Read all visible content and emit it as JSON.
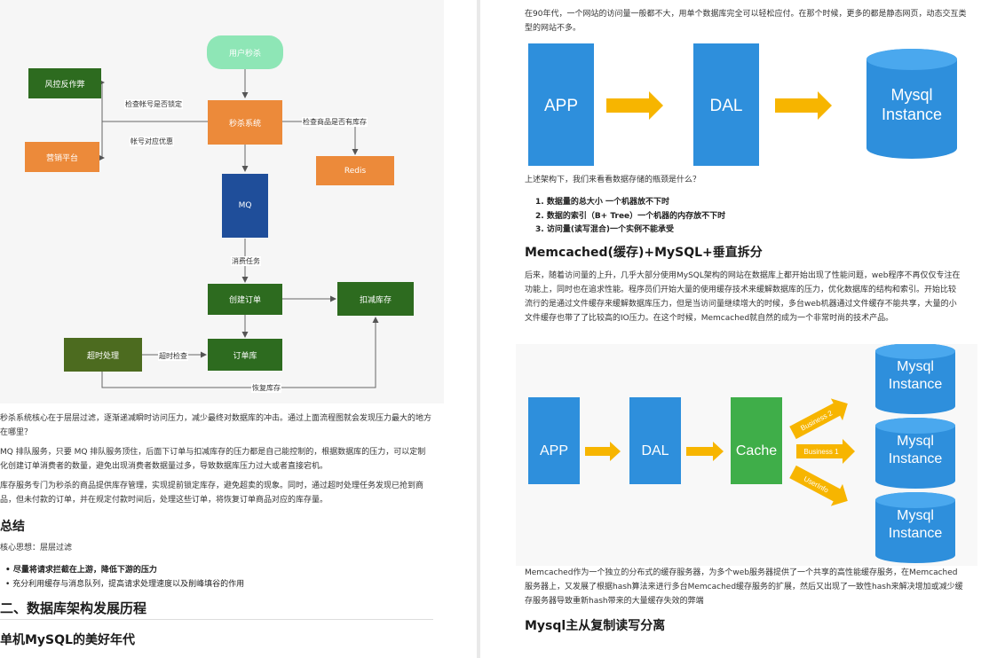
{
  "left_page": {
    "flowchart": {
      "user_request": "用户秒杀",
      "risk_control": "风控反作弊",
      "marketing": "营销平台",
      "seckill_system": "秒杀系统",
      "redis": "Redis",
      "mq": "MQ",
      "create_order": "创建订单",
      "reduce_stock": "扣减库存",
      "timeout": "超时处理",
      "order_db": "订单库",
      "edge_check_account": "检查帐号是否锁定",
      "edge_account_discount": "帐号对应优惠",
      "edge_check_stock": "检查商品是否有库存",
      "edge_consume": "消费任务",
      "edge_timeout_check": "超时检查",
      "edge_restore_stock": "恢复库存"
    },
    "para1": "秒杀系统核心在于层层过滤，逐渐递减瞬时访问压力，减少最终对数据库的冲击。通过上面流程图就会发现压力最大的地方在哪里？",
    "para2": "MQ 排队服务，只要 MQ 排队服务顶住，后面下订单与扣减库存的压力都是自己能控制的，根据数据库的压力，可以定制化创建订单消费者的数量，避免出现消费者数据量过多，导致数据库压力过大或者直接宕机。",
    "para3": "库存服务专门为秒杀的商品提供库存管理，实现提前锁定库存，避免超卖的现象。同时，通过超时处理任务发现已抢到商品，但未付款的订单，并在规定付款时间后，处理这些订单，将恢复订单商品对应的库存量。",
    "summary_heading": "总结",
    "core_idea": "核心思想：层层过滤",
    "bullet1": "尽量将请求拦截在上游，降低下游的压力",
    "bullet2": "充分利用缓存与消息队列，提高请求处理速度以及削峰填谷的作用",
    "section_heading": "二、数据库架构发展历程",
    "sub_heading": "单机MySQL的美好年代"
  },
  "right_page": {
    "intro": "在90年代，一个网站的访问量一般都不大，用单个数据库完全可以轻松应付。在那个时候，更多的都是静态网页，动态交互类型的网站不多。",
    "diagram1": {
      "app": "APP",
      "dal": "DAL",
      "db_line1": "Mysql",
      "db_line2": "Instance"
    },
    "question": "上述架构下，我们来看看数据存储的瓶颈是什么？",
    "list": [
      "1. 数据量的总大小 一个机器放不下时",
      "2. 数据的索引（B+ Tree）一个机器的内存放不下时",
      "3. 访问量(读写混合)一个实例不能承受"
    ],
    "memcached_heading": "Memcached(缓存)+MySQL+垂直拆分",
    "memcached_para": "后来，随着访问量的上升，几乎大部分使用MySQL架构的网站在数据库上都开始出现了性能问题，web程序不再仅仅专注在功能上，同时也在追求性能。程序员们开始大量的使用缓存技术来缓解数据库的压力，优化数据库的结构和索引。开始比较流行的是通过文件缓存来缓解数据库压力，但是当访问量继续增大的时候，多台web机器通过文件缓存不能共享，大量的小文件缓存也带了了比较高的IO压力。在这个时候，Memcached就自然的成为一个非常时尚的技术产品。",
    "diagram2": {
      "app": "APP",
      "dal": "DAL",
      "cache": "Cache",
      "arrow_labels": [
        "Business 2",
        "Business 1",
        "UserInfo"
      ],
      "db_line1": "Mysql",
      "db_line2": "Instance"
    },
    "memcached_para2": "Memcached作为一个独立的分布式的缓存服务器，为多个web服务器提供了一个共享的高性能缓存服务，在Memcached服务器上，又发展了根据hash算法来进行多台Memcached缓存服务的扩展，然后又出现了一致性hash来解决增加或减少缓存服务器导致重新hash带来的大量缓存失效的弊端",
    "master_slave_heading": "Mysql主从复制读写分离"
  }
}
